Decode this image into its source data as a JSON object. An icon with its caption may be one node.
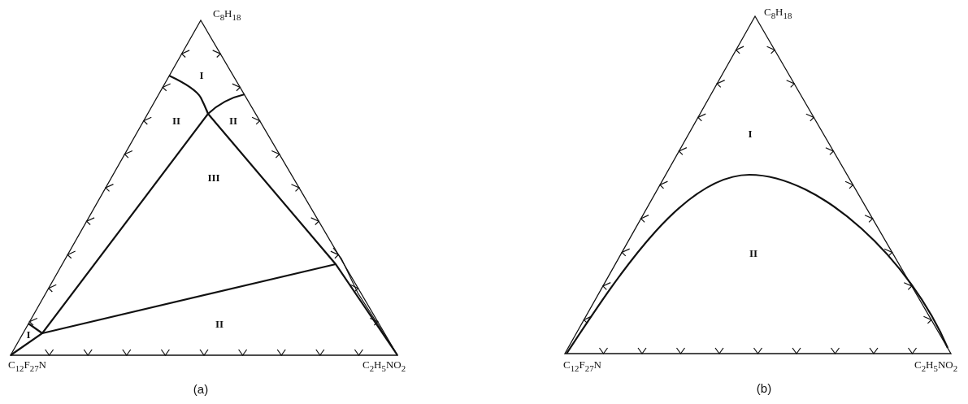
{
  "diagram": {
    "labels": [
      "C$_{8}$H$_{18}$",
      "I",
      "II",
      "II",
      "III",
      "I",
      "II",
      "C$_{12}$F$_{27}$N",
      "C$_{2}$H$_{5}$NO$_{2}$",
      "(a)",
      "C$_{8}$H$_{18}$",
      "I",
      "II",
      "C$_{12}$F$_{27}$N",
      "C$_{2}$H$_{5}$NO$_{2}$",
      "(b)"
    ]
  }
}
